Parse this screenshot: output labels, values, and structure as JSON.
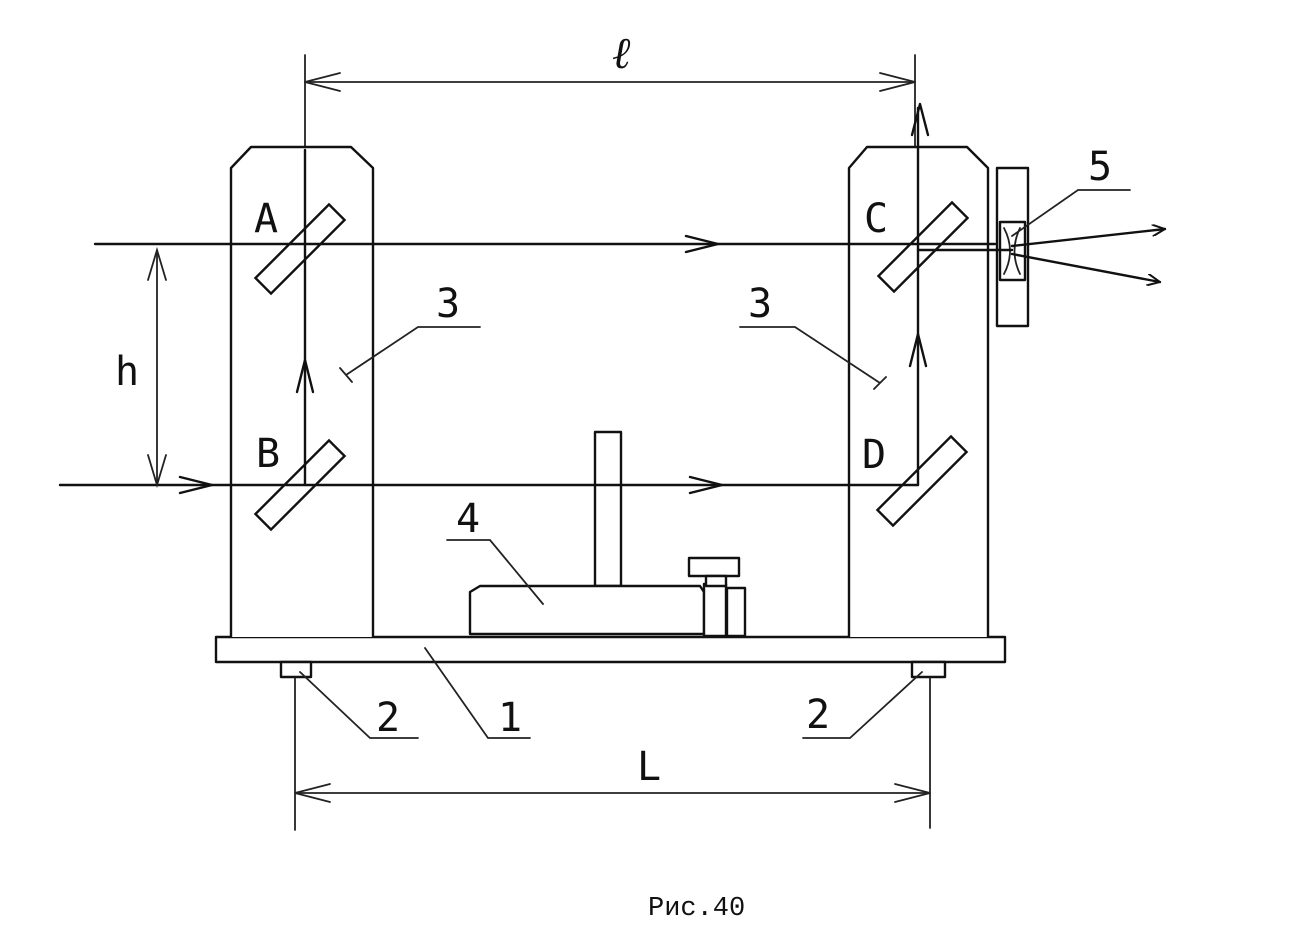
{
  "labels": {
    "l": "ℓ",
    "h": "h",
    "L": "L",
    "A": "A",
    "B": "B",
    "C": "C",
    "D": "D",
    "n1": "1",
    "n2_left": "2",
    "n2_right": "2",
    "n3_left": "3",
    "n3_right": "3",
    "n4": "4",
    "n5": "5"
  },
  "caption": "Рис.40"
}
